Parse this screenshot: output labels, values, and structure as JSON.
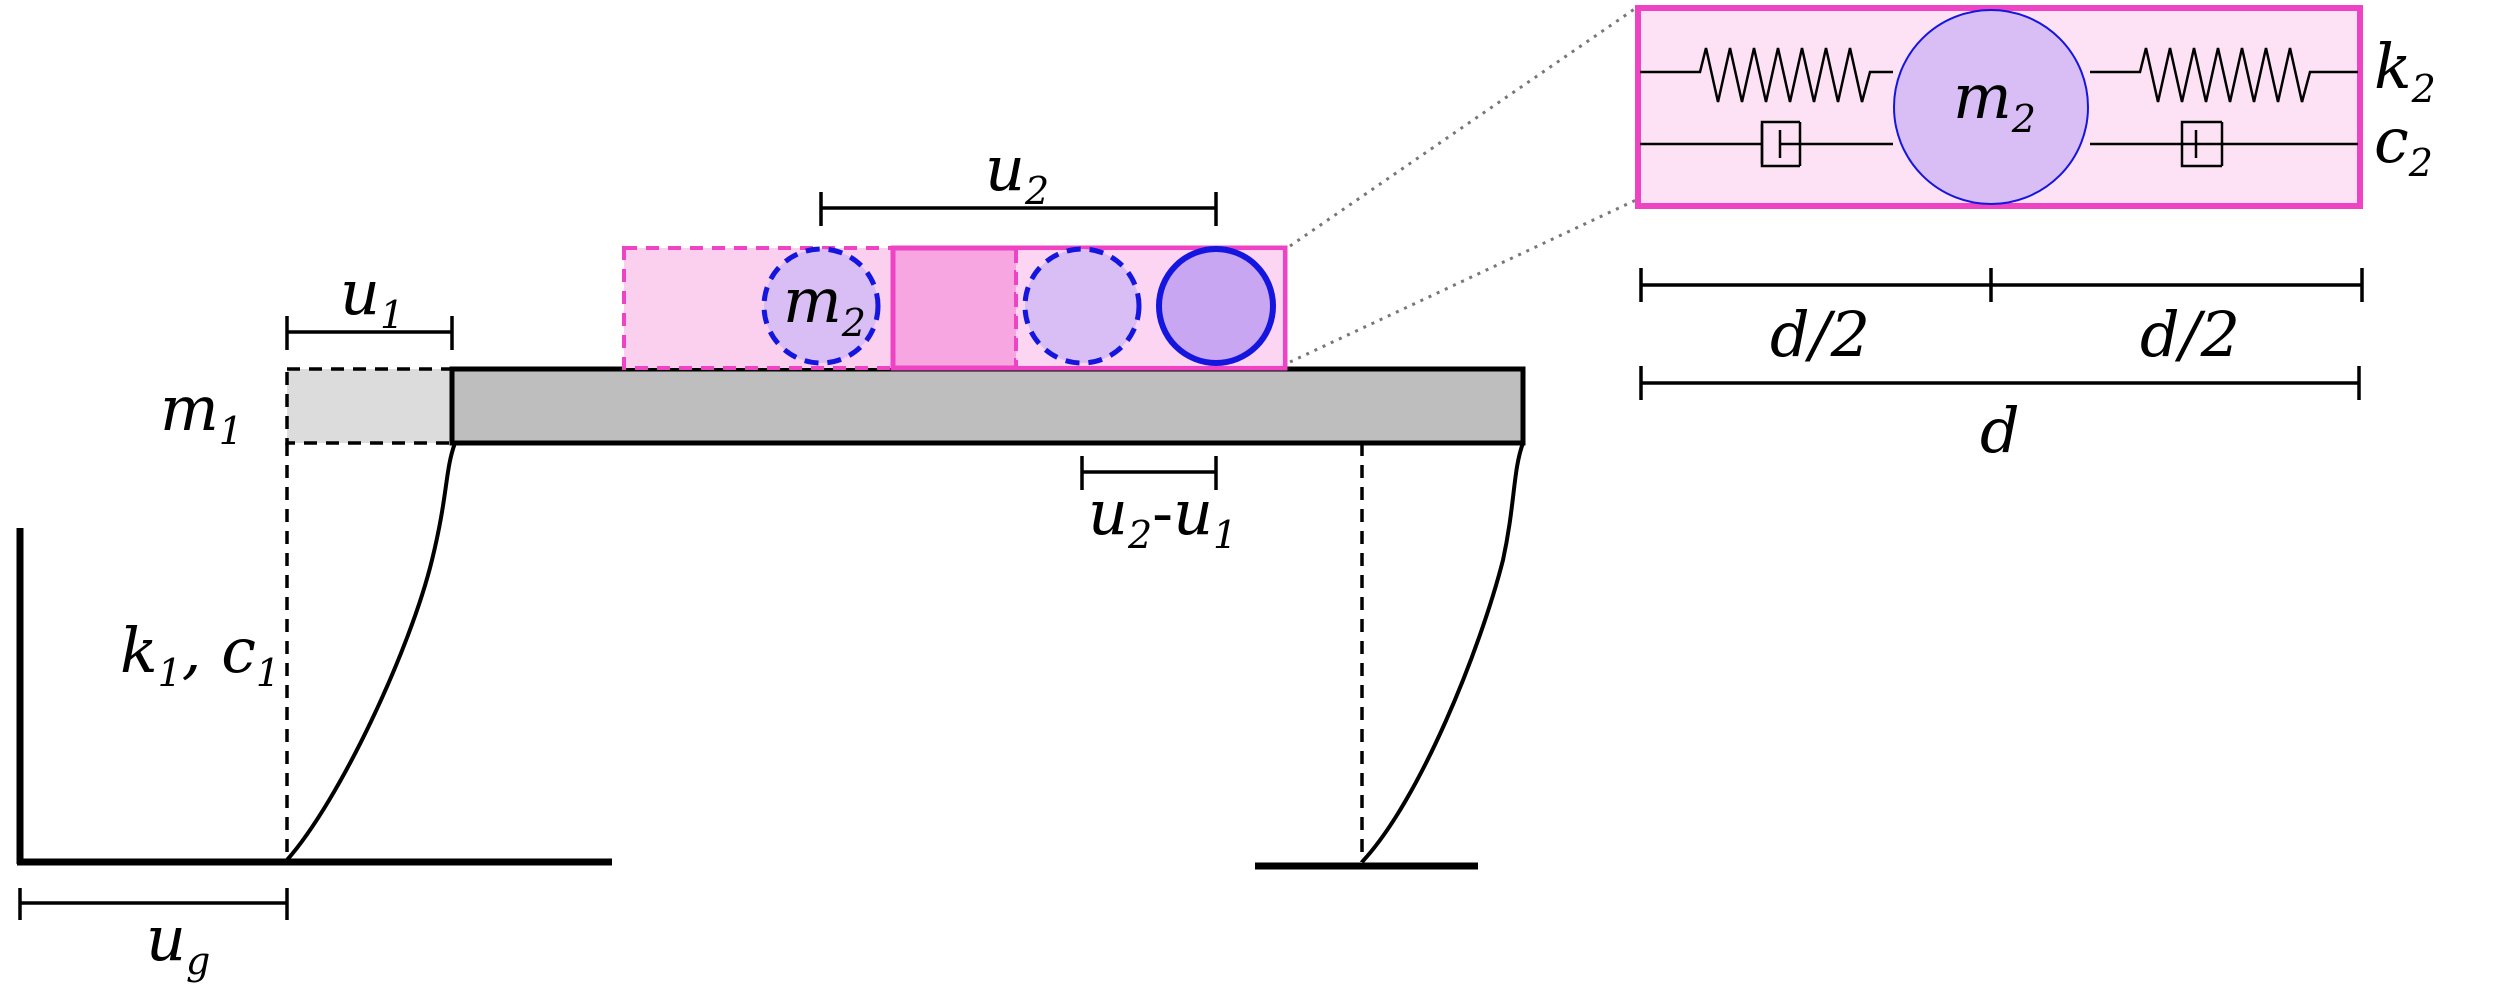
{
  "labels": {
    "m1": {
      "base": "m",
      "sub": "1"
    },
    "u1": {
      "base": "u",
      "sub": "1"
    },
    "u2": {
      "base": "u",
      "sub": "2"
    },
    "m2_main": {
      "base": "m",
      "sub": "2"
    },
    "m2_inset": {
      "base": "m",
      "sub": "2"
    },
    "rel": {
      "a": "u",
      "a_sub": "2",
      "dash": "-",
      "b": "u",
      "b_sub": "1"
    },
    "kc1": {
      "k": "k",
      "k_sub": "1",
      "sep": ", ",
      "c": "c",
      "c_sub": "1"
    },
    "ug": {
      "base": "u",
      "sub": "g"
    },
    "k2": {
      "base": "k",
      "sub": "2"
    },
    "c2": {
      "base": "c",
      "sub": "2"
    },
    "half_left": "d/2",
    "half_right": "d/2",
    "full": "d"
  },
  "colors": {
    "magenta": "#ee44c4",
    "pink_light": "#fbd0ef",
    "pink_mid": "#f8a6e2",
    "inset_bg": "#fde2f5",
    "lavender": "#d8bef4",
    "blue": "#1515e0",
    "slab": "#bebebe",
    "slab_ghost": "#dcdcdc",
    "dotted": "#777777"
  }
}
